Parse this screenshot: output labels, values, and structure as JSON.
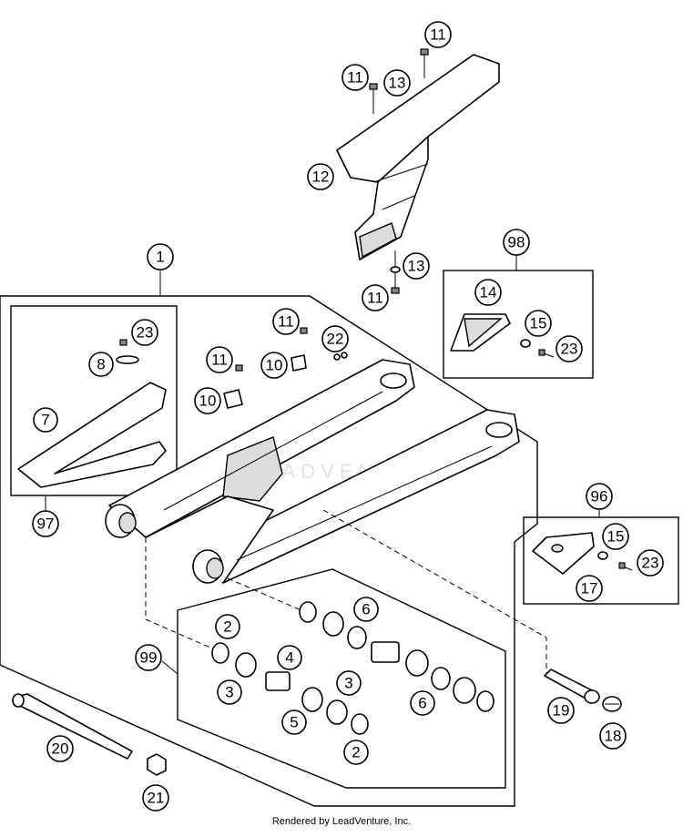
{
  "diagram": {
    "watermark": "LEADVENTURE",
    "credit": "Rendered by LeadVenture, Inc.",
    "callouts": {
      "c1": "1",
      "c2a": "2",
      "c2b": "2",
      "c3a": "3",
      "c3b": "3",
      "c4": "4",
      "c5": "5",
      "c6a": "6",
      "c6b": "6",
      "c7": "7",
      "c8": "8",
      "c10a": "10",
      "c10b": "10",
      "c11a": "11",
      "c11b": "11",
      "c11c": "11",
      "c11d": "11",
      "c11e": "11",
      "c12": "12",
      "c13a": "13",
      "c13b": "13",
      "c14": "14",
      "c15a": "15",
      "c15b": "15",
      "c17": "17",
      "c18": "18",
      "c19": "19",
      "c20": "20",
      "c21": "21",
      "c22": "22",
      "c23a": "23",
      "c23b": "23",
      "c23c": "23",
      "c96": "96",
      "c97": "97",
      "c98": "98",
      "c99": "99"
    }
  }
}
